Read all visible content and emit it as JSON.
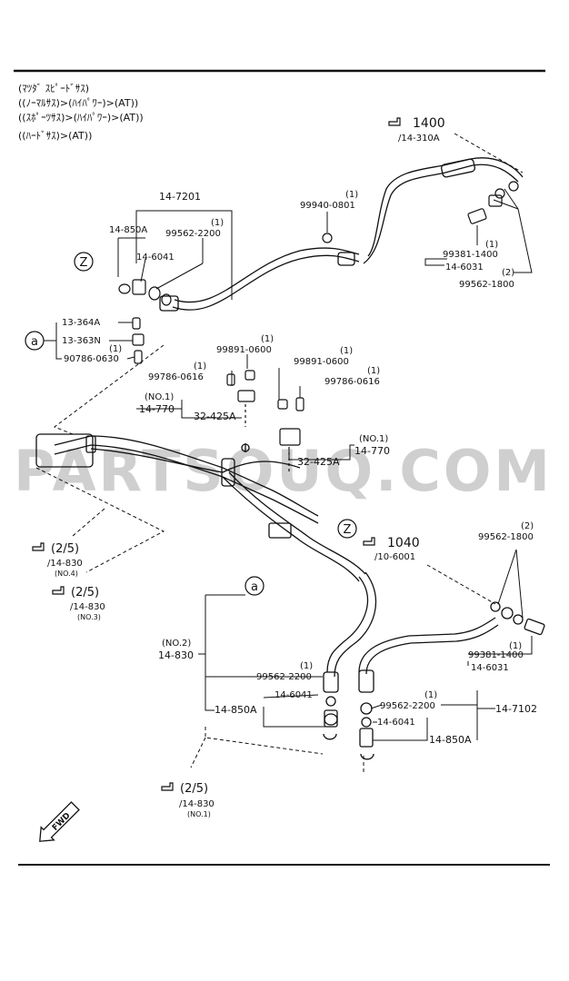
{
  "header": {
    "line1": "(ﾏﾂﾀﾞ ｽﾋﾟｰﾄﾞｻｽ)",
    "line2": "((ﾉｰﾏﾙｻｽ)>(ﾊｲﾊﾟﾜｰ)>(AT))",
    "line3": "((ｽﾎﾟｰﾂｻｽ)>(ﾊｲﾊﾟﾜｰ)>(AT))",
    "line4": "((ﾊｰﾄﾞｻｽ)>(AT))"
  },
  "watermark": "PARTSOUQ.COM",
  "callouts": {
    "c_14_7201": "14-7201",
    "c_14_850A_1": "14-850A",
    "c_1_a": "(1)",
    "c_99562_2200_1": "99562-2200",
    "c_14_6041_1": "14-6041",
    "c_1_b": "(1)",
    "c_99940_0801": "99940-0801",
    "ref_1400": "1400",
    "ref_14_310A": "/14-310A",
    "c_1_c": "(1)",
    "c_99381_1400_1": "99381-1400",
    "c_14_6031_1": "14-6031",
    "c_2_a": "(2)",
    "c_99562_1800_1": "99562-1800",
    "c_13_364A": "13-364A",
    "c_13_363N": "13-363N",
    "c_1_d": "(1)",
    "c_90786_0630": "90786-0630",
    "c_1_e": "(1)",
    "c_99891_0600_1": "99891-0600",
    "c_1_f": "(1)",
    "c_99786_0616_1": "99786-0616",
    "c_no1_a": "(NO.1)",
    "c_14_770_1": "14-770",
    "c_32_425A_1": "32-425A",
    "c_1_g": "(1)",
    "c_99891_0600_2": "99891-0600",
    "c_1_h": "(1)",
    "c_99786_0616_2": "99786-0616",
    "c_no1_b": "(NO.1)",
    "c_14_770_2": "14-770",
    "c_32_425A_2": "32-425A",
    "ref_1040": "1040",
    "ref_10_6001": "/10-6001",
    "c_2_b": "(2)",
    "c_99562_1800_2": "99562-1800",
    "ref_25_a": "(2/5)",
    "ref_14_830_a": "/14-830",
    "ref_no4": "(NO.4)",
    "ref_25_b": "(2/5)",
    "ref_14_830_b": "/14-830",
    "ref_no3": "(NO.3)",
    "c_1_i": "(1)",
    "c_99381_1400_2": "99381-1400",
    "c_14_6031_2": "14-6031",
    "c_no2": "(NO.2)",
    "c_14_830": "14-830",
    "c_1_j": "(1)",
    "c_99562_2200_2": "99562-2200",
    "c_14_6041_2": "14-6041",
    "c_14_850A_2": "14-850A",
    "c_1_k": "(1)",
    "c_99562_2200_3": "99562-2200",
    "c_14_7102": "14-7102",
    "c_14_6041_3": "14-6041",
    "c_14_850A_3": "14-850A",
    "ref_25_c": "(2/5)",
    "ref_14_830_c": "/14-830",
    "ref_no1": "(NO.1)",
    "fwd": "FWD",
    "mark_z": "Z",
    "mark_a": "a"
  }
}
